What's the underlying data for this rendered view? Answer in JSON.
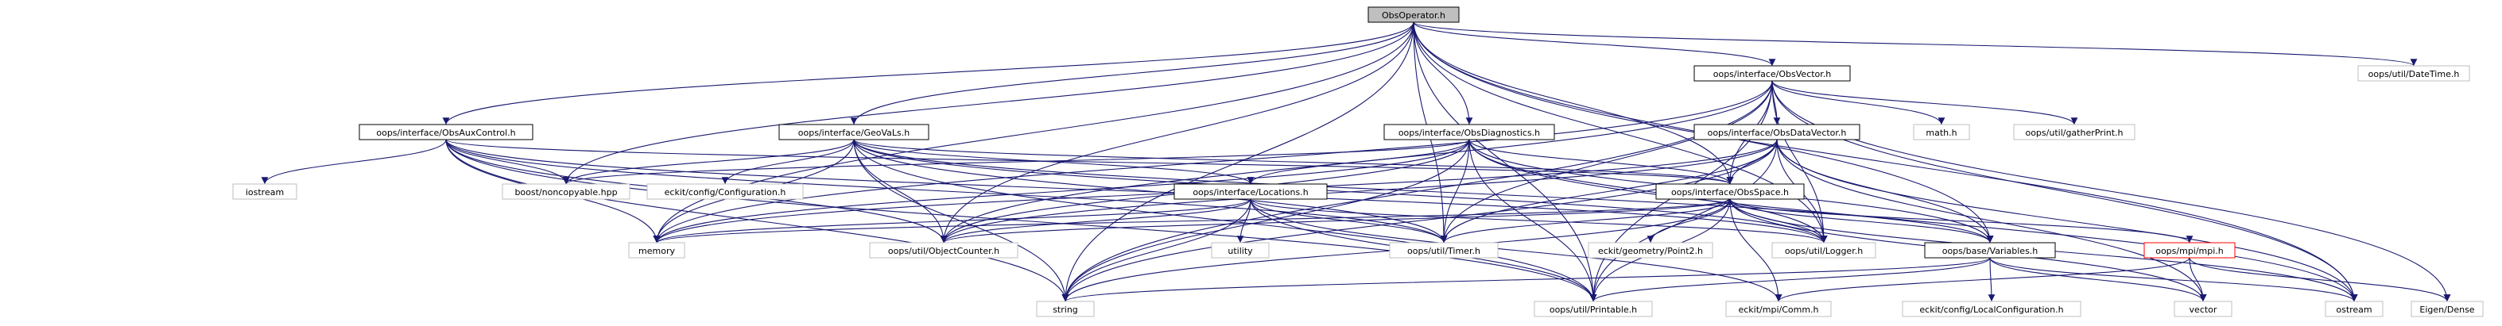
{
  "nodes": [
    {
      "id": "root",
      "label": "ObsOperator.h"
    },
    {
      "id": "obsvector",
      "label": "oops/interface/ObsVector.h"
    },
    {
      "id": "datetime",
      "label": "oops/util/DateTime.h"
    },
    {
      "id": "obsauxcontrol",
      "label": "oops/interface/ObsAuxControl.h"
    },
    {
      "id": "geovals",
      "label": "oops/interface/GeoVaLs.h"
    },
    {
      "id": "obsdiag",
      "label": "oops/interface/ObsDiagnostics.h"
    },
    {
      "id": "obsdatavector",
      "label": "oops/interface/ObsDataVector.h"
    },
    {
      "id": "mathh",
      "label": "math.h"
    },
    {
      "id": "gatherprint",
      "label": "oops/util/gatherPrint.h"
    },
    {
      "id": "iostream",
      "label": "iostream"
    },
    {
      "id": "noncopyable",
      "label": "boost/noncopyable.hpp"
    },
    {
      "id": "ecconfig",
      "label": "eckit/config/Configuration.h"
    },
    {
      "id": "locations",
      "label": "oops/interface/Locations.h"
    },
    {
      "id": "obsspace",
      "label": "oops/interface/ObsSpace.h"
    },
    {
      "id": "memory",
      "label": "memory"
    },
    {
      "id": "objcounter",
      "label": "oops/util/ObjectCounter.h"
    },
    {
      "id": "utility",
      "label": "utility"
    },
    {
      "id": "timer",
      "label": "oops/util/Timer.h"
    },
    {
      "id": "point2",
      "label": "eckit/geometry/Point2.h"
    },
    {
      "id": "logger",
      "label": "oops/util/Logger.h"
    },
    {
      "id": "variables",
      "label": "oops/base/Variables.h"
    },
    {
      "id": "mpi",
      "label": "oops/mpi/mpi.h"
    },
    {
      "id": "string",
      "label": "string"
    },
    {
      "id": "printable",
      "label": "oops/util/Printable.h"
    },
    {
      "id": "comm",
      "label": "eckit/mpi/Comm.h"
    },
    {
      "id": "localconfig",
      "label": "eckit/config/LocalConfiguration.h"
    },
    {
      "id": "vector",
      "label": "vector"
    },
    {
      "id": "ostream",
      "label": "ostream"
    },
    {
      "id": "eigen",
      "label": "Eigen/Dense"
    }
  ]
}
